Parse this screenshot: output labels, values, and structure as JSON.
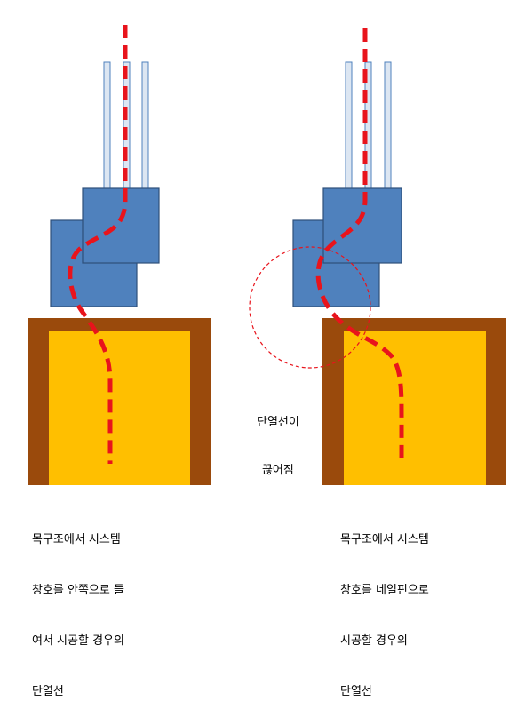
{
  "colors": {
    "frame_brown": "#9a4a0c",
    "frame_fill": "#ffbf00",
    "window_blue": "#4f81bd",
    "window_edge": "#2e4f7a",
    "glass_fill": "#dce6f2",
    "glass_edge": "#4f81bd",
    "insulation_line": "#e8141c",
    "break_circle": "#e8141c"
  },
  "left_caption": [
    "목구조에서 시스템",
    "창호를 안쪽으로 들",
    "여서 시공할 경우의",
    "단열선"
  ],
  "right_caption": [
    "목구조에서 시스템",
    "창호를 네일핀으로",
    "시공할 경우의",
    "단열선"
  ],
  "break_note": [
    "단열선이",
    "끊어짐"
  ]
}
